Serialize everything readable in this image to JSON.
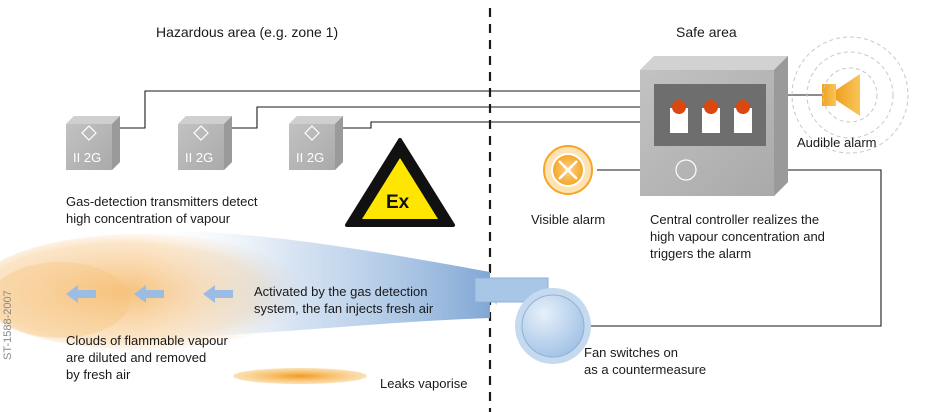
{
  "areas": {
    "hazardous_title": "Hazardous area (e.g. zone 1)",
    "safe_title": "Safe area"
  },
  "transmitters": {
    "marking": "II 2G",
    "count": 3,
    "caption": "Gas-detection transmitters detect\nhigh concentration of vapour"
  },
  "warning_sign": {
    "label": "Ex"
  },
  "fan": {
    "activation_caption": "Activated by the gas detection\nsystem, the fan injects fresh air",
    "countermeasure_caption": "Fan switches on\nas a countermeasure"
  },
  "vapour": {
    "caption": "Clouds of flammable vapour\nare diluted and removed\nby fresh air",
    "leak_caption": "Leaks vaporise"
  },
  "controller": {
    "caption": "Central controller realizes the\nhigh vapour concentration and\ntriggers the alarm"
  },
  "alarms": {
    "visible": "Visible alarm",
    "audible": "Audible alarm"
  },
  "figure_id": "ST-1588-2007",
  "colors": {
    "device_gray": "#b8b8b8",
    "device_gray_dark": "#a0a0a0",
    "alarm_orange": "#f5a623",
    "led_red": "#d9480f",
    "vapour_orange": "#f6c27a",
    "fan_blue": "#a8c6e6",
    "warning_yellow": "#ffe600"
  }
}
